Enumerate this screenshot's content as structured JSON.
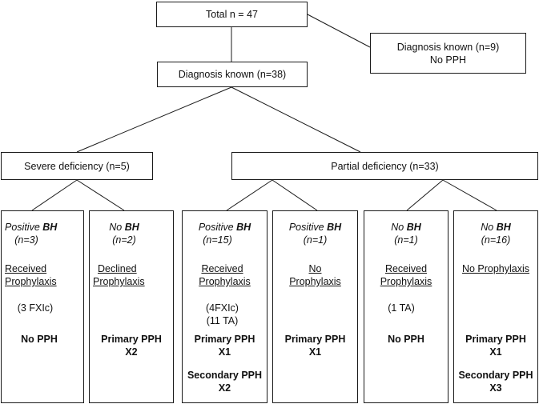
{
  "nodes": {
    "total": "Total n = 47",
    "side_line1": "Diagnosis known (n=9)",
    "side_line2": "No PPH",
    "known": "Diagnosis known (n=38)",
    "severe": "Severe deficiency (n=5)",
    "partial": "Partial deficiency (n=33)"
  },
  "leaves": [
    {
      "bh_prefix": "Positive",
      "bh": "BH",
      "n": "(n=3)",
      "prophylaxis": [
        "Received",
        "Prophylaxis"
      ],
      "agents": [
        "(3 FXIc)"
      ],
      "outcomes": [
        "No PPH"
      ]
    },
    {
      "bh_prefix": "No",
      "bh": "BH",
      "n": "(n=2)",
      "prophylaxis": [
        "Declined",
        "Prophylaxis"
      ],
      "agents": [],
      "outcomes": [
        "Primary PPH",
        "X2"
      ]
    },
    {
      "bh_prefix": "Positive",
      "bh": "BH",
      "n": "(n=15)",
      "prophylaxis": [
        "Received",
        "Prophylaxis"
      ],
      "agents": [
        "(4FXIc)",
        "(11 TA)"
      ],
      "outcomes": [
        "Primary PPH",
        "X1",
        "Secondary PPH",
        "X2"
      ]
    },
    {
      "bh_prefix": "Positive",
      "bh": "BH",
      "n": "(n=1)",
      "prophylaxis": [
        "No",
        "Prophylaxis"
      ],
      "agents": [],
      "outcomes": [
        "Primary PPH",
        "X1"
      ]
    },
    {
      "bh_prefix": "No",
      "bh": "BH",
      "n": "(n=1)",
      "prophylaxis": [
        "Received",
        "Prophylaxis"
      ],
      "agents": [
        "(1 TA)"
      ],
      "outcomes": [
        "No PPH"
      ]
    },
    {
      "bh_prefix": "No",
      "bh": "BH",
      "n": "(n=16)",
      "prophylaxis": [
        "No Prophylaxis"
      ],
      "agents": [],
      "outcomes": [
        "Primary PPH",
        "X1",
        "Secondary PPH",
        "X3"
      ]
    }
  ]
}
